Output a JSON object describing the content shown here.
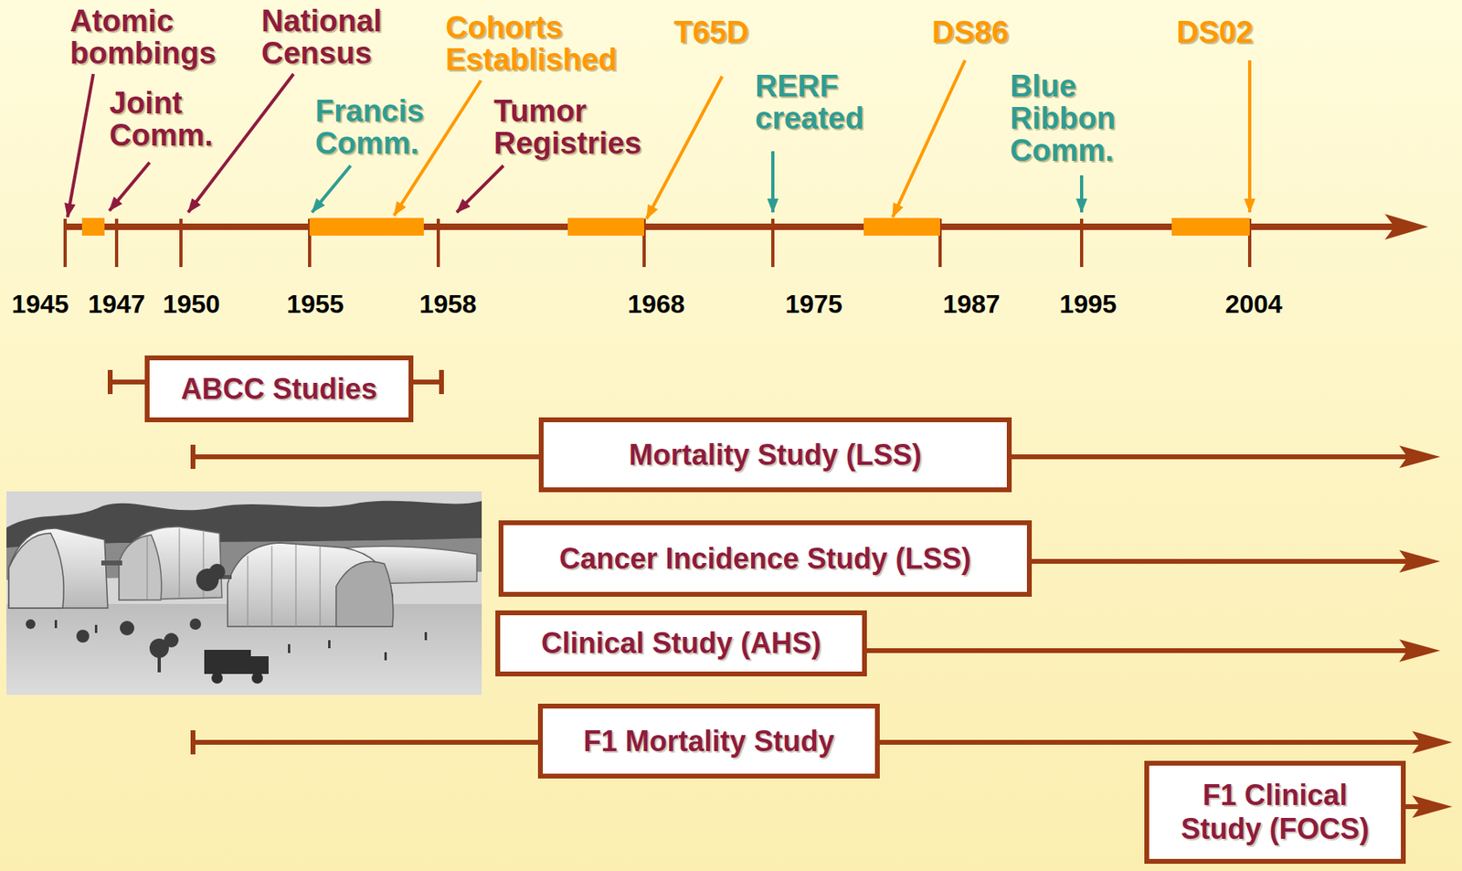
{
  "diagram": {
    "nodes": [
      {
        "text": [
          "ABCC Studies"
        ]
      },
      {
        "text": [
          "Mortality Study (LSS)"
        ]
      },
      {
        "text": [
          "Cancer Incidence Study (LSS)"
        ]
      },
      {
        "text": [
          "Clinical Study (AHS)"
        ]
      },
      {
        "text": [
          "F1 Mortality Study"
        ]
      },
      {
        "text": [
          "F1 Clinical Study (FOCS)"
        ]
      }
    ],
    "labels": [
      "Atomic bombings",
      "National Census",
      "Cohorts Established",
      "T65D",
      "DS86",
      "DS02",
      "Joint Comm.",
      "Francis Comm.",
      "Tumor Registries",
      "RERF created",
      "Blue Ribbon Comm.",
      "1945",
      "1947",
      "1950",
      "1955",
      "1958",
      "1968",
      "1975",
      "1987",
      "1995",
      "2004"
    ]
  }
}
